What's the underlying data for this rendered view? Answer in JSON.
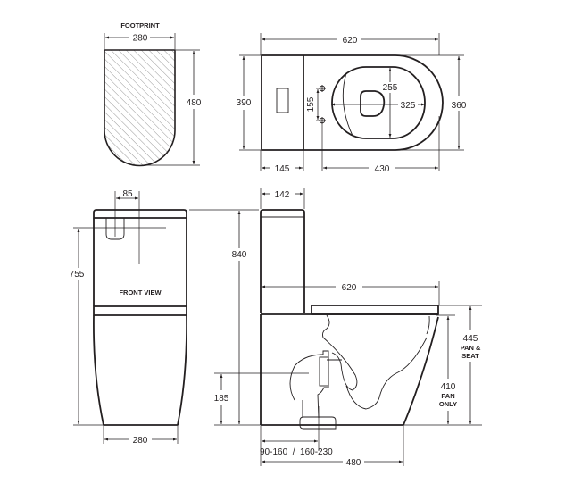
{
  "diagram": {
    "subject": "Close-coupled back-to-wall toilet suite dimension drawing",
    "units": "mm"
  },
  "footprint": {
    "title": "FOOTPRINT",
    "width": "280",
    "depth": "480"
  },
  "plan_view": {
    "overall_length": "620",
    "cistern_depth_plan": "390",
    "pan_width": "360",
    "cistern_length": "145",
    "bolt_to_front": "430",
    "bolt_spacing": "155",
    "bowl_width": "255",
    "bowl_length": "325"
  },
  "front_view": {
    "title": "FRONT VIEW",
    "button_offset": "85",
    "button_height": "755",
    "base_width": "280"
  },
  "side_view": {
    "cistern_depth": "142",
    "total_height": "840",
    "overall_length": "620",
    "outlet_height": "185",
    "set_out": "90-160  /  160-230",
    "base_length": "480",
    "height_pan_seat": "445",
    "height_pan_seat_label_1": "PAN &",
    "height_pan_seat_label_2": "SEAT",
    "height_pan_only": "410",
    "height_pan_only_label_1": "PAN",
    "height_pan_only_label_2": "ONLY"
  },
  "colors": {
    "line": "#231f20",
    "background": "#ffffff"
  }
}
